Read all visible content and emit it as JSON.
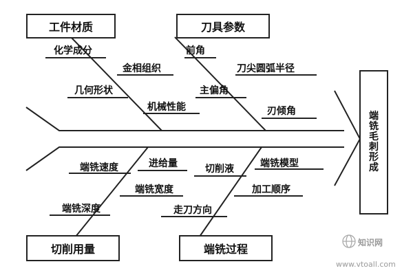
{
  "effect": "端铣毛刺形成",
  "categories": {
    "workpiece_material": {
      "title": "工件材质",
      "causes": [
        "化学成分",
        "金相组织",
        "几何形状",
        "机械性能"
      ]
    },
    "tool_parameters": {
      "title": "刀具参数",
      "causes": [
        "前角",
        "刀尖圆弧半径",
        "主偏角",
        "刃倾角"
      ]
    },
    "cutting_amount": {
      "title": "切削用量",
      "causes": [
        "端铣速度",
        "进给量",
        "端铣宽度",
        "端铣深度"
      ]
    },
    "milling_process": {
      "title": "端铣过程",
      "causes": [
        "切削液",
        "端铣模型",
        "加工顺序",
        "走刀方向"
      ]
    }
  },
  "watermark": {
    "name": "知识网",
    "url": "www.vtoall.com"
  }
}
